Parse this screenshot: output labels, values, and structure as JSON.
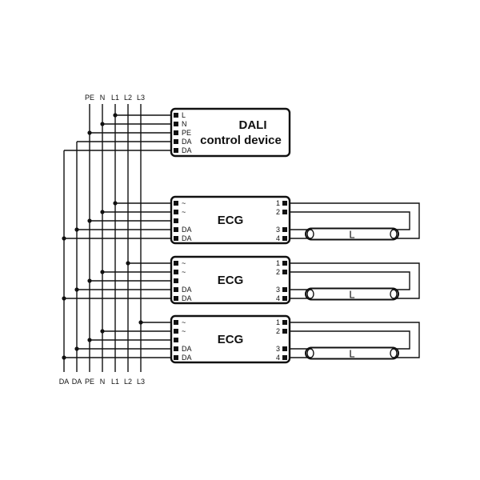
{
  "bus_top_labels": [
    "PE",
    "N",
    "L1",
    "L2",
    "L3"
  ],
  "bus_bottom_labels": [
    "DA",
    "DA",
    "PE",
    "N",
    "L1",
    "L2",
    "L3"
  ],
  "dali": {
    "title_line1": "DALI",
    "title_line2": "control device",
    "terminals": [
      "L",
      "N",
      "PE",
      "DA",
      "DA"
    ]
  },
  "ecgs": [
    {
      "title": "ECG",
      "left_terminals": [
        "~",
        "~",
        "",
        "DA",
        "DA"
      ],
      "right_terminals": [
        "1",
        "2",
        "3",
        "4"
      ],
      "phase": "L1",
      "lamp": "L"
    },
    {
      "title": "ECG",
      "left_terminals": [
        "~",
        "~",
        "",
        "DA",
        "DA"
      ],
      "right_terminals": [
        "1",
        "2",
        "3",
        "4"
      ],
      "phase": "L2",
      "lamp": "L"
    },
    {
      "title": "ECG",
      "left_terminals": [
        "~",
        "~",
        "",
        "DA",
        "DA"
      ],
      "right_terminals": [
        "1",
        "2",
        "3",
        "4"
      ],
      "phase": "L3",
      "lamp": "L"
    }
  ]
}
